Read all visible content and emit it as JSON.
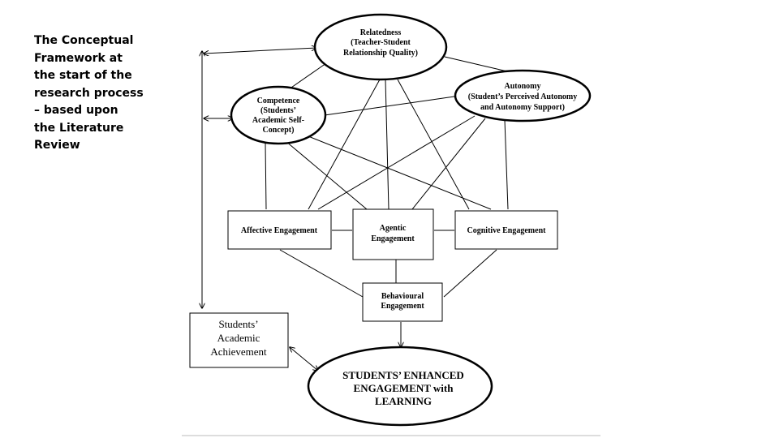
{
  "side_title": "The Conceptual\nFramework at\nthe start of the\nresearch process\n– based upon\nthe Literature\nReview",
  "nodes": {
    "relatedness": [
      "Relatedness",
      "(Teacher-Student",
      "Relationship Quality)"
    ],
    "competence": [
      "Competence",
      "(Students’",
      "Academic Self-",
      "Concept)"
    ],
    "autonomy": [
      "Autonomy",
      "(Student’s Perceived Autonomy",
      "and Autonomy Support)"
    ],
    "affective": [
      "Affective Engagement"
    ],
    "agentic": [
      "Agentic",
      "Engagement"
    ],
    "cognitive": [
      "Cognitive Engagement"
    ],
    "behavioural": [
      "Behavioural",
      "Engagement"
    ],
    "achievement": [
      "Students’",
      "Academic",
      "Achievement"
    ],
    "enhanced": [
      "STUDENTS’ ENHANCED",
      "ENGAGEMENT with",
      "LEARNING"
    ]
  },
  "colors": {
    "stroke": "#000000",
    "background": "#ffffff"
  }
}
